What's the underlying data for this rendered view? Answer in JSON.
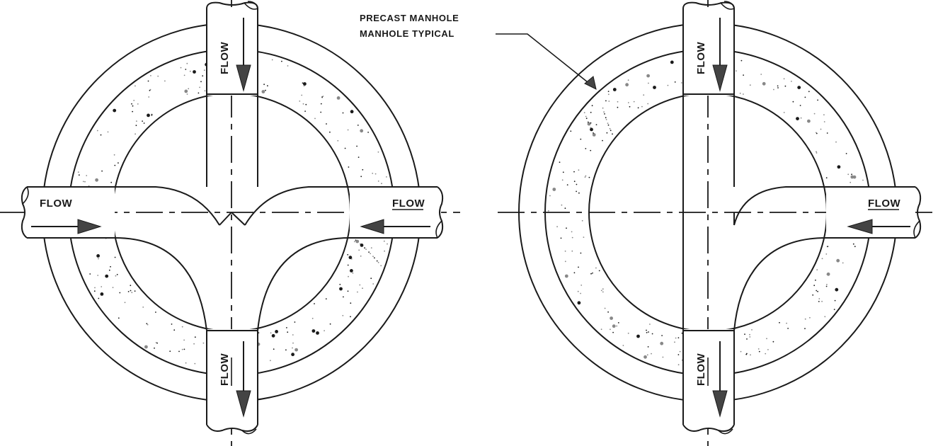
{
  "callout": {
    "line1": "PRECAST MANHOLE",
    "line2": "MANHOLE TYPICAL"
  },
  "flow_label": "FLOW",
  "colors": {
    "linework": "#1a1a1a",
    "arrow_fill": "#444444",
    "concrete_stipple": "#888888",
    "background": "#ffffff"
  }
}
